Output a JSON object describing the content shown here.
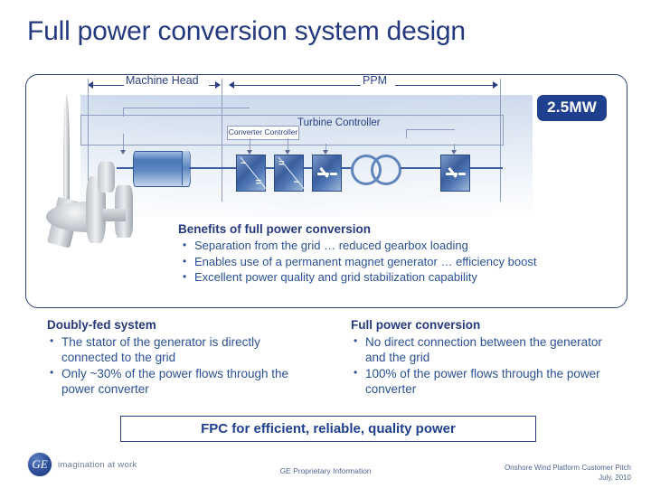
{
  "slide": {
    "title": "Full power conversion system design"
  },
  "diagram": {
    "spans": [
      {
        "label": "Machine Head",
        "name": "span-machine-head"
      },
      {
        "label": "PPM",
        "name": "span-ppm"
      }
    ],
    "badge": "2.5MW",
    "controllers": {
      "turbine": "Turbine Controller",
      "converter": "Converter Controller"
    },
    "blocks": [
      {
        "name": "rectifier",
        "top_symbol": "~",
        "bottom_symbol": "="
      },
      {
        "name": "inverter",
        "top_symbol": "=",
        "bottom_symbol": "~"
      },
      {
        "name": "breaker-1",
        "top_symbol": "",
        "bottom_symbol": ""
      },
      {
        "name": "transformer",
        "top_symbol": "",
        "bottom_symbol": ""
      },
      {
        "name": "breaker-2",
        "top_symbol": "",
        "bottom_symbol": ""
      }
    ],
    "benefits": {
      "heading": "Benefits of full power conversion",
      "items": [
        "Separation from the grid … reduced gearbox loading",
        "Enables use of a permanent magnet generator … efficiency boost",
        "Excellent power quality and grid stabilization capability"
      ]
    }
  },
  "columns": {
    "left": {
      "heading": "Doubly-fed system",
      "items": [
        "The stator of the generator is directly connected to the grid",
        "Only ~30% of the power flows through the power converter"
      ]
    },
    "right": {
      "heading": "Full power conversion",
      "items": [
        "No direct connection between the generator and the grid",
        "100% of the power flows through the power converter"
      ]
    }
  },
  "callout": {
    "text": "FPC for efficient, reliable, quality power"
  },
  "footer": {
    "logo_mark": "GE",
    "tagline": "imagination at work",
    "center": "GE Proprietary Information",
    "right_line1": "Onshore Wind Platform Customer Pitch",
    "right_line2": "July, 2010"
  },
  "colors": {
    "title_blue": "#25397f",
    "body_blue": "#2a5195",
    "badge_blue": "#1f3f8f",
    "block_blue": "#3a5f9e",
    "border_navy": "#30427c"
  }
}
